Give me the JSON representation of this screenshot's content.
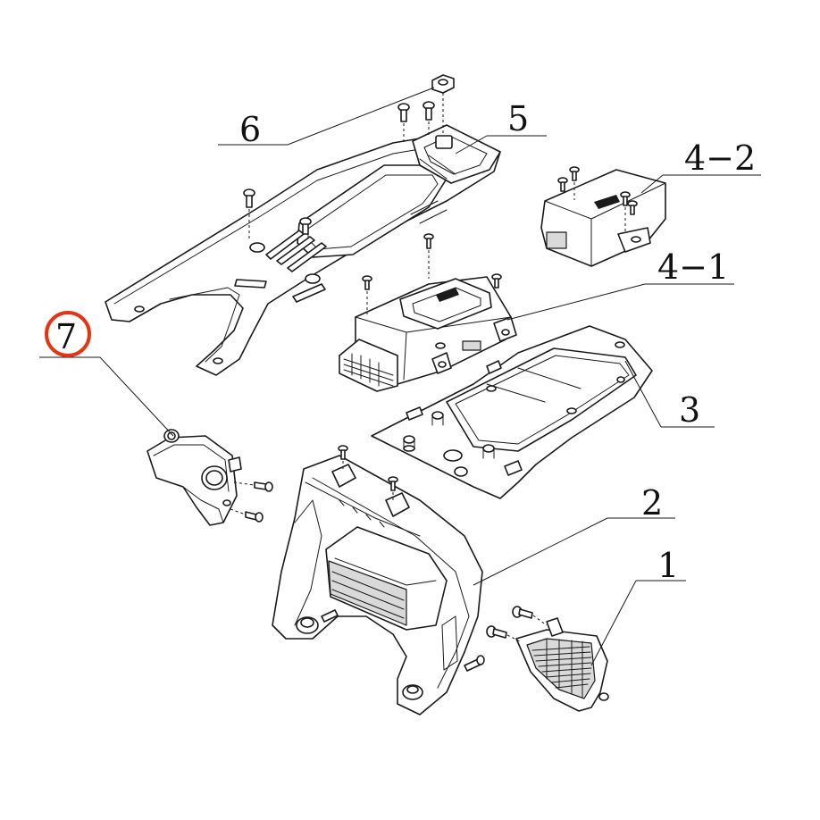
{
  "callouts": {
    "c1": "1",
    "c2": "2",
    "c3": "3",
    "c4_1": "4−1",
    "c4_2": "4−2",
    "c5": "5",
    "c6": "6",
    "c7": "7"
  },
  "highlight": {
    "target": "7",
    "color": "#e63312"
  },
  "colors": {
    "line": "#1a1a1a",
    "background": "#ffffff"
  }
}
